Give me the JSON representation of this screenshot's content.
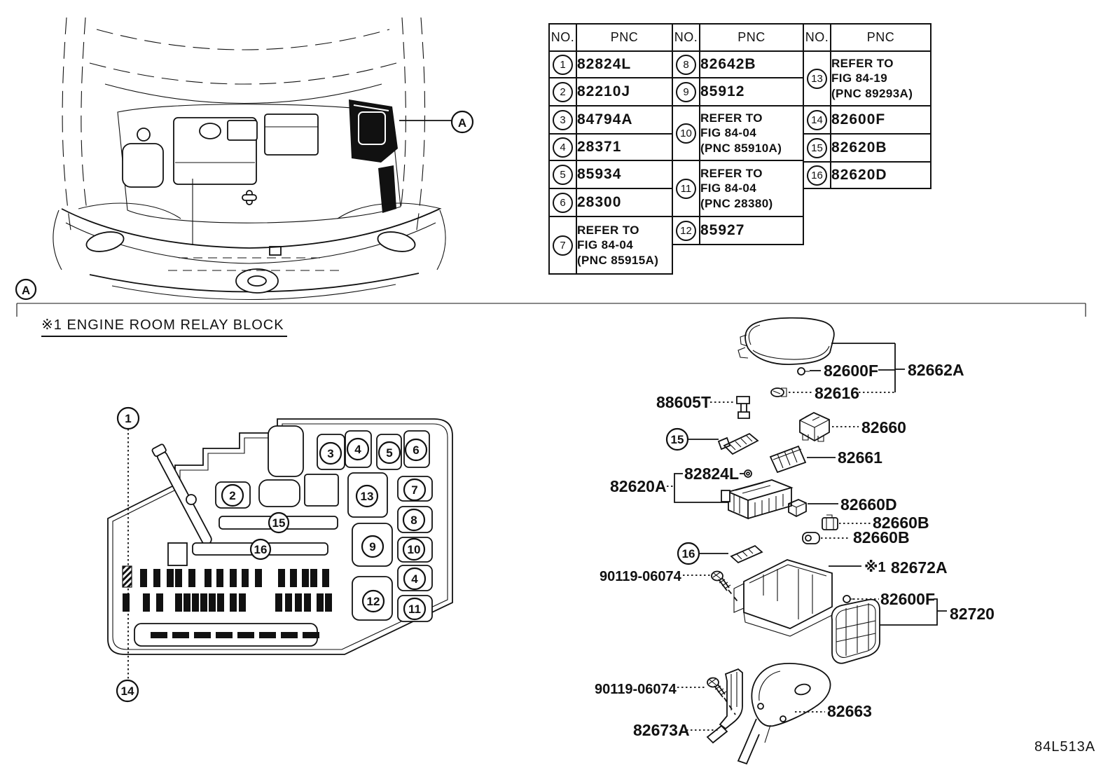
{
  "doc": {
    "section_note": "※1 ENGINE ROOM RELAY BLOCK",
    "figure_code": "84L513A",
    "callout_a": "A"
  },
  "table": {
    "header_no": "NO.",
    "header_pnc": "PNC",
    "col1": [
      {
        "no": "1",
        "pnc": "82824L"
      },
      {
        "no": "2",
        "pnc": "82210J"
      },
      {
        "no": "3",
        "pnc": "84794A"
      },
      {
        "no": "4",
        "pnc": "28371"
      },
      {
        "no": "5",
        "pnc": "85934"
      },
      {
        "no": "6",
        "pnc": "28300"
      },
      {
        "no": "7",
        "pnc_lines": [
          "REFER TO",
          "FIG 84-04",
          "(PNC 85915A)"
        ]
      }
    ],
    "col2": [
      {
        "no": "8",
        "pnc": "82642B"
      },
      {
        "no": "9",
        "pnc": "85912"
      },
      {
        "no": "10",
        "pnc_lines": [
          "REFER TO",
          "FIG 84-04",
          "(PNC 85910A)"
        ]
      },
      {
        "no": "11",
        "pnc_lines": [
          "REFER TO",
          "FIG 84-04",
          "(PNC 28380)"
        ]
      },
      {
        "no": "12",
        "pnc": "85927"
      }
    ],
    "col3": [
      {
        "no": "13",
        "pnc_lines": [
          "REFER TO",
          "FIG 84-19",
          "(PNC 89293A)"
        ]
      },
      {
        "no": "14",
        "pnc": "82600F"
      },
      {
        "no": "15",
        "pnc": "82620B"
      },
      {
        "no": "16",
        "pnc": "82620D"
      }
    ]
  },
  "relay_block": {
    "callouts": [
      "1",
      "2",
      "3",
      "4",
      "5",
      "6",
      "7",
      "8",
      "9",
      "10",
      "11",
      "12",
      "13",
      "4",
      "15",
      "16",
      "14"
    ]
  },
  "exploded": {
    "labels": {
      "cover_clip": "82600F",
      "cover_assy": "82662A",
      "l82616": "82616",
      "l88605t": "88605T",
      "l82660": "82660",
      "l82661": "82661",
      "l82824l": "82824L",
      "l82620a": "82620A",
      "l82660d": "82660D",
      "l82660b_1": "82660B",
      "l82660b_2": "82660B",
      "note1": "※1",
      "l82672a": "82672A",
      "screw_1": "90119-06074",
      "lower_clip": "82600F",
      "l82720": "82720",
      "screw_2": "90119-06074",
      "l82673a": "82673A",
      "l82663": "82663",
      "callout15": "15",
      "callout16": "16"
    }
  }
}
